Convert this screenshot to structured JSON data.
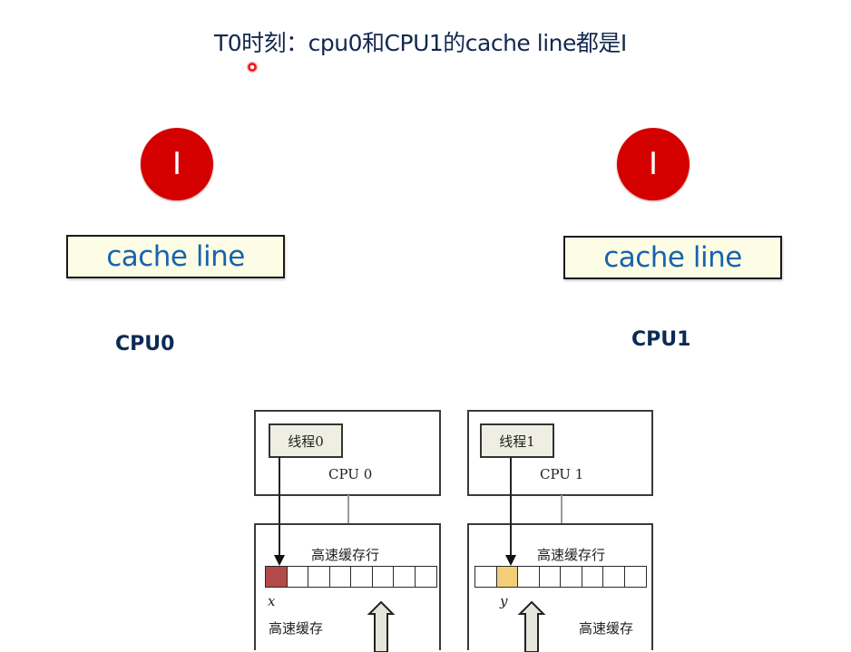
{
  "title": "T0时刻：cpu0和CPU1的cache line都是I",
  "upper_diagram": {
    "cpus": [
      {
        "name": "CPU0",
        "state": "I",
        "state_color": "#d40000",
        "cache_label": "cache line"
      },
      {
        "name": "CPU1",
        "state": "I",
        "state_color": "#d40000",
        "cache_label": "cache line"
      }
    ]
  },
  "lower_figure": {
    "cpus": [
      {
        "thread_label": "线程0",
        "cpu_label": "CPU 0",
        "cache_line_label": "高速缓存行",
        "cache_label": "高速缓存",
        "variable": "x",
        "highlighted_cell_index": 0,
        "highlight_color": "#b14a48",
        "cell_count": 8
      },
      {
        "thread_label": "线程1",
        "cpu_label": "CPU 1",
        "cache_line_label": "高速缓存行",
        "cache_label": "高速缓存",
        "variable": "y",
        "highlighted_cell_index": 1,
        "highlight_color": "#f3cd78",
        "cell_count": 8
      }
    ]
  },
  "colors": {
    "title": "#13284f",
    "cache_text": "#1763b0",
    "cache_fill": "#fdfde6",
    "cpu_label": "#0c2a55"
  }
}
